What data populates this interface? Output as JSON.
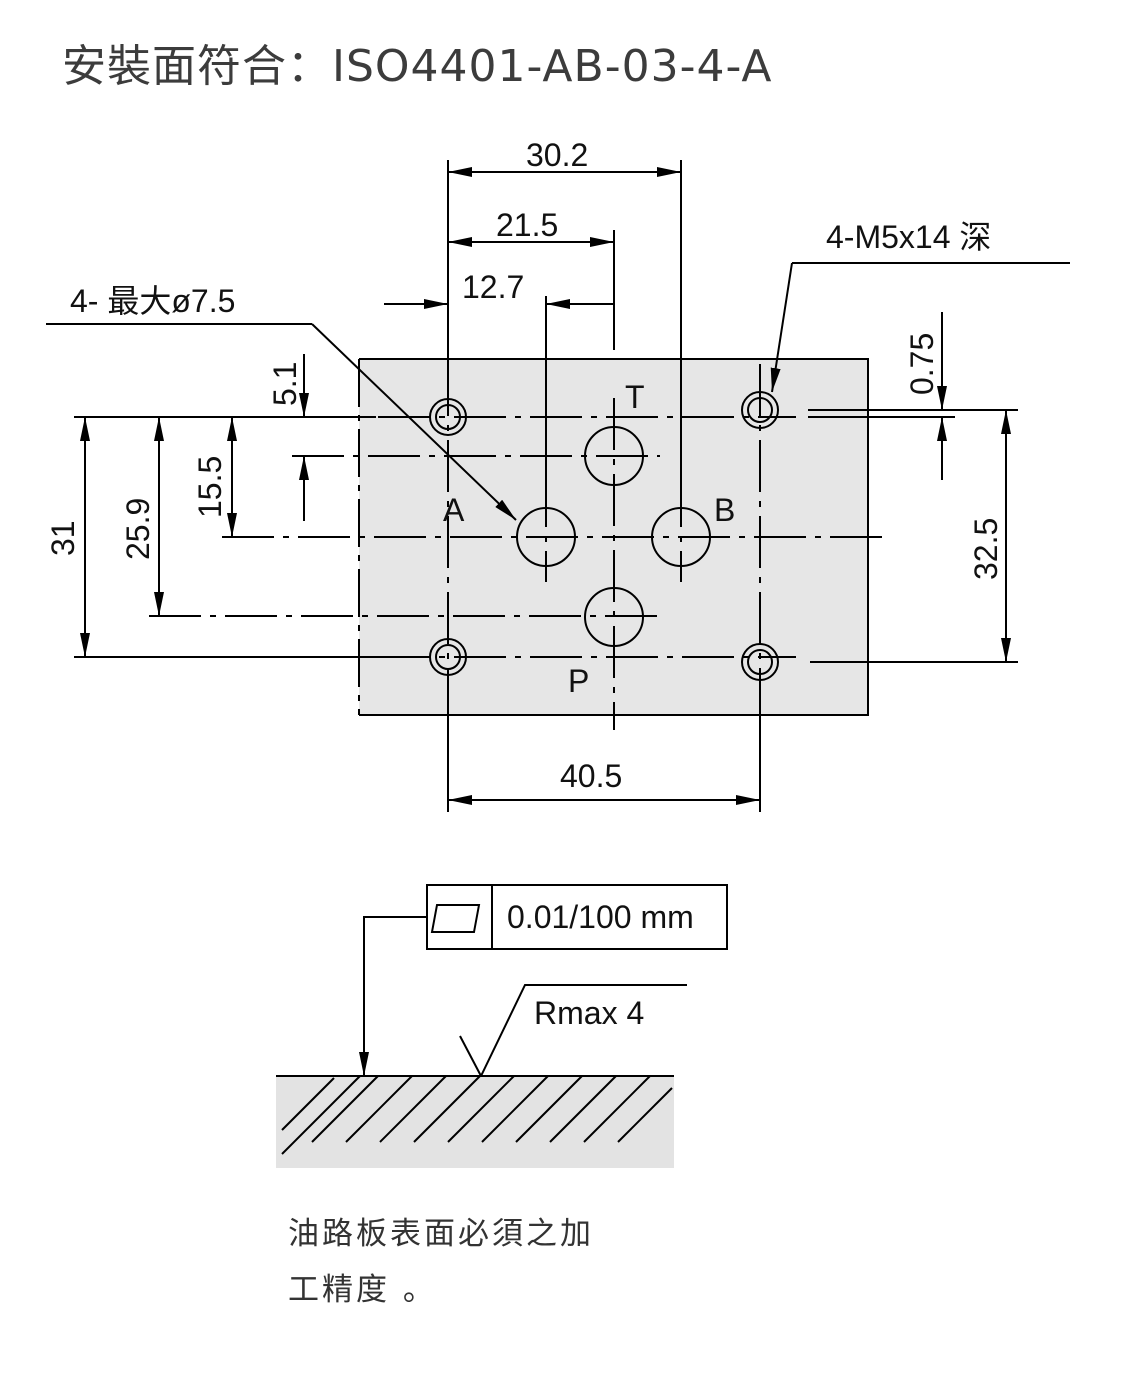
{
  "title": "安裝面符合：ISO4401-AB-03-4-A",
  "ports": {
    "T": "T",
    "A": "A",
    "B": "B",
    "P": "P"
  },
  "dimensions": {
    "d30_2": "30.2",
    "d21_5": "21.5",
    "d12_7": "12.7",
    "d40_5": "40.5",
    "d5_1": "5.1",
    "d15_5": "15.5",
    "d25_9": "25.9",
    "d31": "31",
    "d0_75": "0.75",
    "d32_5": "32.5"
  },
  "callouts": {
    "port_holes": "4- 最大ø7.5",
    "threads": "4-M5x14 深"
  },
  "tolerance": {
    "symbol": "flatness-parallelogram-icon",
    "value": "0.01/100 mm"
  },
  "roughness": "Rmax 4",
  "caption_lines": [
    "油路板表面必須之加",
    "工精度 。"
  ],
  "colors": {
    "plate_fill": "#e6e6e6",
    "surface_fill": "#e3e3e3",
    "line": "#000000",
    "title_text": "#3c3c3c"
  }
}
